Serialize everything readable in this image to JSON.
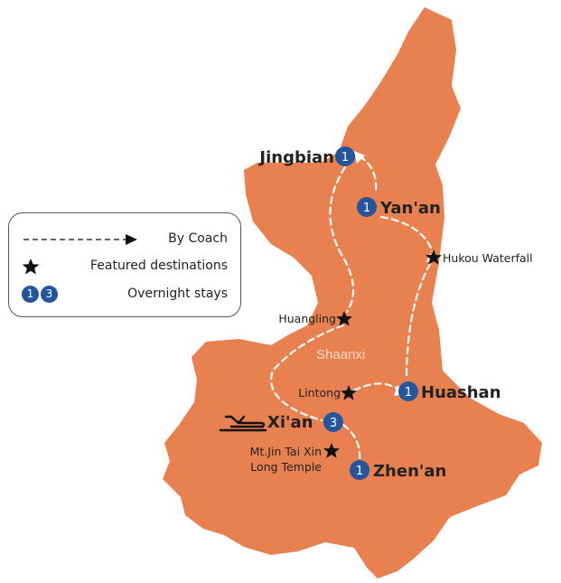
{
  "map": {
    "province_label": "Shaanxi",
    "colors": {
      "land": "#e8804f",
      "route": "#ffffff",
      "badge": "#24569e",
      "text": "#222222"
    },
    "cities": [
      {
        "name": "Jingbian",
        "nights": "1"
      },
      {
        "name": "Yan'an",
        "nights": "1"
      },
      {
        "name": "Huashan",
        "nights": "1"
      },
      {
        "name": "Xi'an",
        "nights": "3",
        "icon": "plane-icon"
      },
      {
        "name": "Zhen'an",
        "nights": "1"
      }
    ],
    "featured": [
      {
        "name": "Hukou Waterfall",
        "icon": "star-icon"
      },
      {
        "name": "Huangling",
        "icon": "star-icon"
      },
      {
        "name": "Lintong",
        "icon": "star-icon"
      },
      {
        "name_line1": "Mt.Jin Tai Xin",
        "name_line2": "Long Temple",
        "icon": "star-icon"
      }
    ]
  },
  "legend": {
    "coach": "By Coach",
    "featured": "Featured destinations",
    "overnight": "Overnight stays",
    "badges": [
      "1",
      "3"
    ]
  }
}
